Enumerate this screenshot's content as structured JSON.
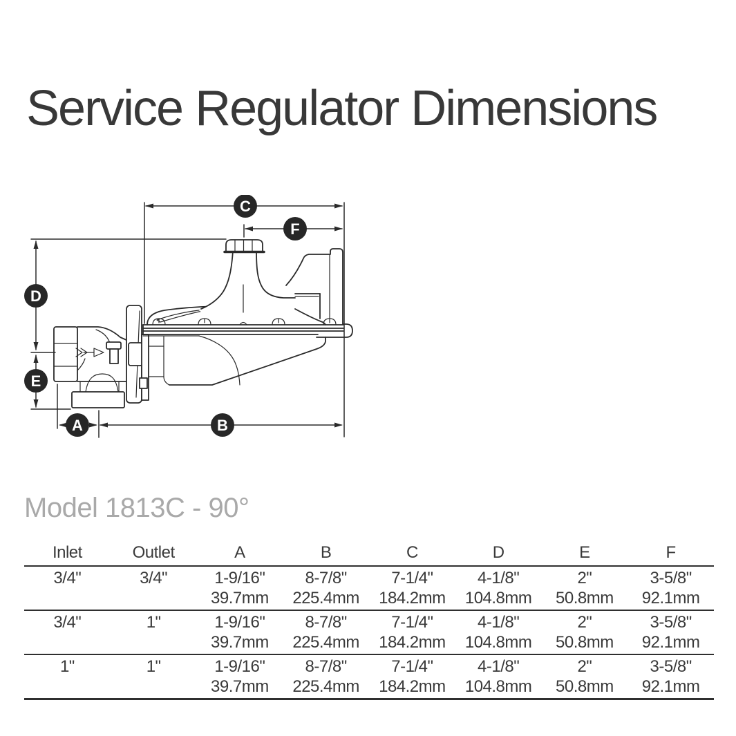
{
  "page": {
    "title": "Service Regulator Dimensions",
    "model_heading": "Model 1813C - 90°"
  },
  "diagram": {
    "dimension_labels": [
      "C",
      "F",
      "D",
      "E",
      "A",
      "B"
    ],
    "line_color": "#2a2a2a",
    "label_circle_color": "#272727",
    "label_text_color": "#ffffff"
  },
  "table": {
    "headers": [
      "Inlet",
      "Outlet",
      "A",
      "B",
      "C",
      "D",
      "E",
      "F"
    ],
    "rows": [
      {
        "cells": [
          {
            "line1": "3/4\""
          },
          {
            "line1": "3/4\""
          },
          {
            "line1": "1-9/16\"",
            "line2": "39.7mm"
          },
          {
            "line1": "8-7/8\"",
            "line2": "225.4mm"
          },
          {
            "line1": "7-1/4\"",
            "line2": "184.2mm"
          },
          {
            "line1": "4-1/8\"",
            "line2": "104.8mm"
          },
          {
            "line1": "2\"",
            "line2": "50.8mm"
          },
          {
            "line1": "3-5/8\"",
            "line2": "92.1mm"
          }
        ]
      },
      {
        "cells": [
          {
            "line1": "3/4\""
          },
          {
            "line1": "1\""
          },
          {
            "line1": "1-9/16\"",
            "line2": "39.7mm"
          },
          {
            "line1": "8-7/8\"",
            "line2": "225.4mm"
          },
          {
            "line1": "7-1/4\"",
            "line2": "184.2mm"
          },
          {
            "line1": "4-1/8\"",
            "line2": "104.8mm"
          },
          {
            "line1": "2\"",
            "line2": "50.8mm"
          },
          {
            "line1": "3-5/8\"",
            "line2": "92.1mm"
          }
        ]
      },
      {
        "cells": [
          {
            "line1": "1\""
          },
          {
            "line1": "1\""
          },
          {
            "line1": "1-9/16\"",
            "line2": "39.7mm"
          },
          {
            "line1": "8-7/8\"",
            "line2": "225.4mm"
          },
          {
            "line1": "7-1/4\"",
            "line2": "184.2mm"
          },
          {
            "line1": "4-1/8\"",
            "line2": "104.8mm"
          },
          {
            "line1": "2\"",
            "line2": "50.8mm"
          },
          {
            "line1": "3-5/8\"",
            "line2": "92.1mm"
          }
        ]
      }
    ]
  }
}
